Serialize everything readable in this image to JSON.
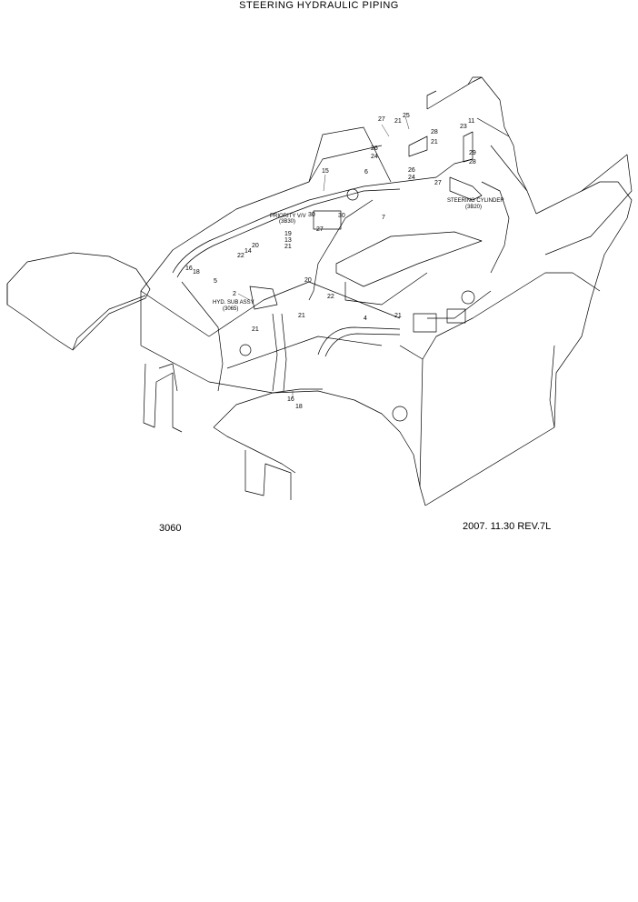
{
  "header": {
    "title": "STEERING HYDRAULIC PIPING"
  },
  "footer": {
    "page_number": "3060",
    "revision": "2007. 11.30  REV.7L"
  },
  "callouts": {
    "c27a": "27",
    "c25": "25",
    "c21a": "21",
    "c28a": "28",
    "c23": "23",
    "c11": "11",
    "c26a": "26",
    "c24a": "24",
    "c21b": "21",
    "c29": "29",
    "c28b": "28",
    "c15": "15",
    "c6": "6",
    "c26b": "26",
    "c24b": "24",
    "c27b": "27",
    "c30a": "30",
    "c30b": "30",
    "c27c": "27",
    "c7": "7",
    "c19": "19",
    "c13": "13",
    "c21c": "21",
    "c20a": "20",
    "c14": "14",
    "c22a": "22",
    "c16a": "16",
    "c18a": "18",
    "c5": "5",
    "c2": "2",
    "c20b": "20",
    "c22b": "22",
    "c4": "4",
    "c21d": "21",
    "c21e": "21",
    "c21f": "21",
    "c16b": "16",
    "c18b": "18"
  },
  "labels": {
    "priority_valve": "PRIORITY V/V",
    "priority_valve_ref": "(3B30)",
    "steering_cylinder": "STEERING CYLINDER",
    "steering_cylinder_ref": "(3B20)",
    "hyd_sub_assy": "HYD. SUB ASSY",
    "hyd_sub_assy_ref": "(3065)"
  }
}
